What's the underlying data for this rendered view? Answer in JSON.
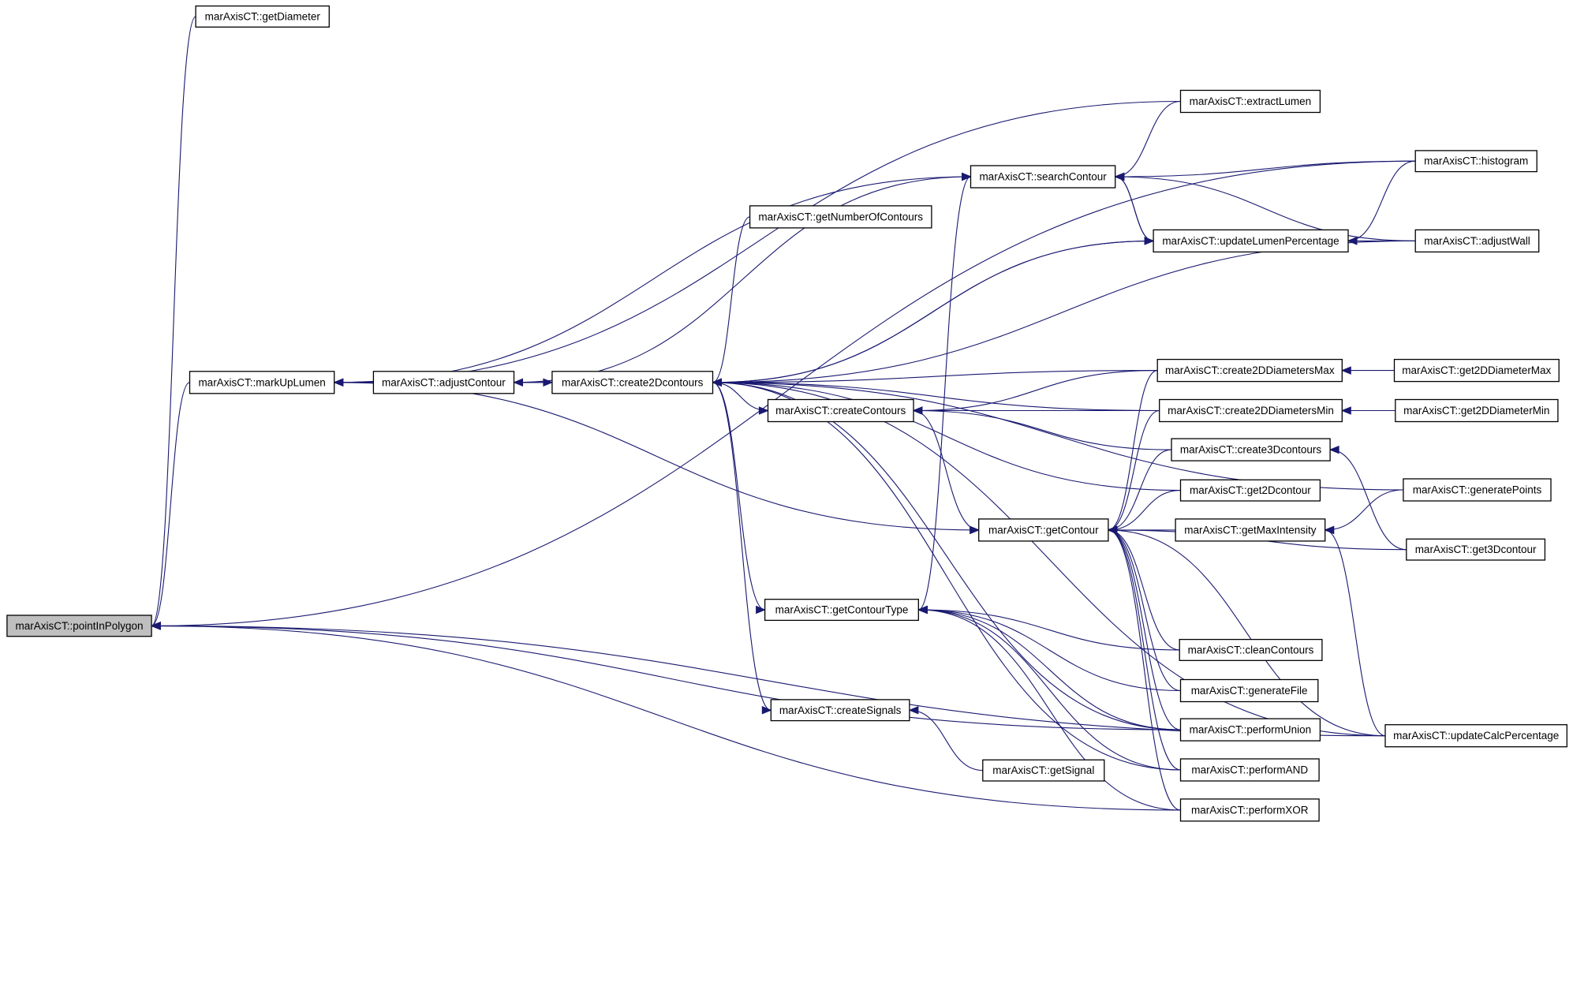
{
  "graph": {
    "root": "pointInPolygon",
    "nodes": [
      {
        "id": "pointInPolygon",
        "label": "marAxisCT::pointInPolygon",
        "root": true
      },
      {
        "id": "getDiameter",
        "label": "marAxisCT::getDiameter"
      },
      {
        "id": "markUpLumen",
        "label": "marAxisCT::markUpLumen"
      },
      {
        "id": "adjustContour",
        "label": "marAxisCT::adjustContour"
      },
      {
        "id": "create2Dcontours",
        "label": "marAxisCT::create2Dcontours"
      },
      {
        "id": "getNumberOfContours",
        "label": "marAxisCT::getNumberOfContours"
      },
      {
        "id": "searchContour",
        "label": "marAxisCT::searchContour"
      },
      {
        "id": "extractLumen",
        "label": "marAxisCT::extractLumen"
      },
      {
        "id": "histogram",
        "label": "marAxisCT::histogram"
      },
      {
        "id": "updateLumenPercentage",
        "label": "marAxisCT::updateLumenPercentage"
      },
      {
        "id": "adjustWall",
        "label": "marAxisCT::adjustWall"
      },
      {
        "id": "createContours",
        "label": "marAxisCT::createContours"
      },
      {
        "id": "create2DDiametersMax",
        "label": "marAxisCT::create2DDiametersMax"
      },
      {
        "id": "get2DDiameterMax",
        "label": "marAxisCT::get2DDiameterMax"
      },
      {
        "id": "create2DDiametersMin",
        "label": "marAxisCT::create2DDiametersMin"
      },
      {
        "id": "get2DDiameterMin",
        "label": "marAxisCT::get2DDiameterMin"
      },
      {
        "id": "create3Dcontours",
        "label": "marAxisCT::create3Dcontours"
      },
      {
        "id": "get2Dcontour",
        "label": "marAxisCT::get2Dcontour"
      },
      {
        "id": "generatePoints",
        "label": "marAxisCT::generatePoints"
      },
      {
        "id": "getContour",
        "label": "marAxisCT::getContour"
      },
      {
        "id": "getMaxIntensity",
        "label": "marAxisCT::getMaxIntensity"
      },
      {
        "id": "get3Dcontour",
        "label": "marAxisCT::get3Dcontour"
      },
      {
        "id": "getContourType",
        "label": "marAxisCT::getContourType"
      },
      {
        "id": "cleanContours",
        "label": "marAxisCT::cleanContours"
      },
      {
        "id": "generateFile",
        "label": "marAxisCT::generateFile"
      },
      {
        "id": "performUnion",
        "label": "marAxisCT::performUnion"
      },
      {
        "id": "updateCalcPercentage",
        "label": "marAxisCT::updateCalcPercentage"
      },
      {
        "id": "createSignals",
        "label": "marAxisCT::createSignals"
      },
      {
        "id": "performAND",
        "label": "marAxisCT::performAND"
      },
      {
        "id": "getSignal",
        "label": "marAxisCT::getSignal"
      },
      {
        "id": "performXOR",
        "label": "marAxisCT::performXOR"
      }
    ],
    "edges": [
      {
        "from": "getDiameter",
        "to": "pointInPolygon"
      },
      {
        "from": "markUpLumen",
        "to": "pointInPolygon"
      },
      {
        "from": "histogram",
        "to": "pointInPolygon"
      },
      {
        "from": "performUnion",
        "to": "pointInPolygon"
      },
      {
        "from": "updateCalcPercentage",
        "to": "pointInPolygon"
      },
      {
        "from": "performXOR",
        "to": "pointInPolygon"
      },
      {
        "from": "adjustContour",
        "to": "markUpLumen"
      },
      {
        "from": "extractLumen",
        "to": "markUpLumen"
      },
      {
        "from": "create2Dcontours",
        "to": "adjustContour"
      },
      {
        "from": "adjustContour",
        "to": "create2Dcontours"
      },
      {
        "from": "markUpLumen",
        "to": "searchContour"
      },
      {
        "from": "adjustContour",
        "to": "searchContour"
      },
      {
        "from": "markUpLumen",
        "to": "getContour"
      },
      {
        "from": "getNumberOfContours",
        "to": "create2Dcontours"
      },
      {
        "from": "updateLumenPercentage",
        "to": "create2Dcontours"
      },
      {
        "from": "adjustWall",
        "to": "create2Dcontours"
      },
      {
        "from": "generatePoints",
        "to": "create2Dcontours"
      },
      {
        "from": "create2DDiametersMax",
        "to": "create2Dcontours"
      },
      {
        "from": "create2DDiametersMin",
        "to": "create2Dcontours"
      },
      {
        "from": "get2Dcontour",
        "to": "create2Dcontours"
      },
      {
        "from": "performUnion",
        "to": "create2Dcontours"
      },
      {
        "from": "performAND",
        "to": "create2Dcontours"
      },
      {
        "from": "updateCalcPercentage",
        "to": "create2Dcontours"
      },
      {
        "from": "create2Dcontours",
        "to": "createContours"
      },
      {
        "from": "create2Dcontours",
        "to": "getContourType"
      },
      {
        "from": "create2Dcontours",
        "to": "createSignals"
      },
      {
        "from": "create2Dcontours",
        "to": "updateLumenPercentage"
      },
      {
        "from": "extractLumen",
        "to": "searchContour"
      },
      {
        "from": "histogram",
        "to": "searchContour"
      },
      {
        "from": "updateLumenPercentage",
        "to": "searchContour"
      },
      {
        "from": "adjustWall",
        "to": "searchContour"
      },
      {
        "from": "histogram",
        "to": "updateLumenPercentage"
      },
      {
        "from": "adjustWall",
        "to": "updateLumenPercentage"
      },
      {
        "from": "searchContour",
        "to": "updateLumenPercentage"
      },
      {
        "from": "create2DDiametersMax",
        "to": "createContours"
      },
      {
        "from": "create2DDiametersMin",
        "to": "createContours"
      },
      {
        "from": "create3Dcontours",
        "to": "createContours"
      },
      {
        "from": "createContours",
        "to": "getContour"
      },
      {
        "from": "get2DDiameterMax",
        "to": "create2DDiametersMax"
      },
      {
        "from": "get2DDiameterMin",
        "to": "create2DDiametersMin"
      },
      {
        "from": "get3Dcontour",
        "to": "create3Dcontours"
      },
      {
        "from": "create2DDiametersMax",
        "to": "getContour"
      },
      {
        "from": "create2DDiametersMin",
        "to": "getContour"
      },
      {
        "from": "create3Dcontours",
        "to": "getContour"
      },
      {
        "from": "get2Dcontour",
        "to": "getContour"
      },
      {
        "from": "getMaxIntensity",
        "to": "getContour"
      },
      {
        "from": "get3Dcontour",
        "to": "getContour"
      },
      {
        "from": "cleanContours",
        "to": "getContour"
      },
      {
        "from": "generateFile",
        "to": "getContour"
      },
      {
        "from": "performUnion",
        "to": "getContour"
      },
      {
        "from": "performAND",
        "to": "getContour"
      },
      {
        "from": "performXOR",
        "to": "getContour"
      },
      {
        "from": "updateCalcPercentage",
        "to": "getContour"
      },
      {
        "from": "generatePoints",
        "to": "getMaxIntensity"
      },
      {
        "from": "updateCalcPercentage",
        "to": "getMaxIntensity"
      },
      {
        "from": "getContourType",
        "to": "searchContour"
      },
      {
        "from": "cleanContours",
        "to": "getContourType"
      },
      {
        "from": "generateFile",
        "to": "getContourType"
      },
      {
        "from": "performUnion",
        "to": "getContourType"
      },
      {
        "from": "performAND",
        "to": "getContourType"
      },
      {
        "from": "performXOR",
        "to": "getContourType"
      },
      {
        "from": "getSignal",
        "to": "createSignals"
      }
    ]
  }
}
